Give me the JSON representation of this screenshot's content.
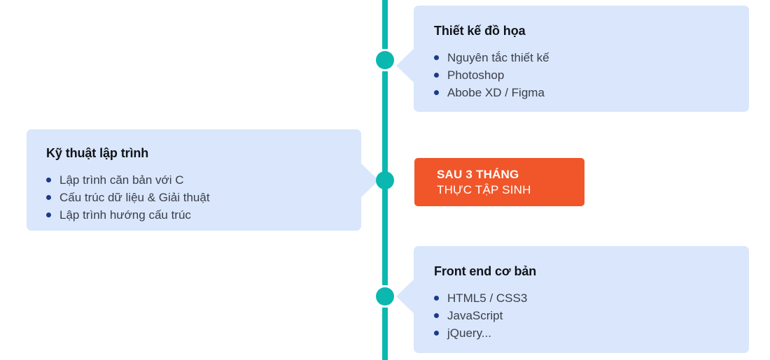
{
  "colors": {
    "spine": "#0bb8b0",
    "card_bg": "#d9e6fb",
    "badge_bg": "#f0562a",
    "bullet": "#1b3a8c",
    "title_text": "#11131a",
    "body_text": "#3a3f4a",
    "badge_text": "#ffffff",
    "page_bg": "#ffffff"
  },
  "timeline": {
    "nodes": [
      {
        "name": "node-graphic-design"
      },
      {
        "name": "node-programming"
      },
      {
        "name": "node-frontend"
      }
    ]
  },
  "cards": {
    "graphic_design": {
      "title": "Thiết kế đồ họa",
      "items": [
        "Nguyên tắc thiết kế",
        "Photoshop",
        "Abobe XD / Figma"
      ]
    },
    "programming": {
      "title": "Kỹ thuật lập trình",
      "items": [
        "Lập trình căn bản với C",
        "Cấu trúc dữ liệu & Giải thuật",
        "Lập trình hướng cấu trúc"
      ]
    },
    "frontend": {
      "title": "Front end cơ bản",
      "items": [
        "HTML5 / CSS3",
        "JavaScript",
        "jQuery..."
      ]
    }
  },
  "badge": {
    "line1": "SAU 3 THÁNG",
    "line2": "THỰC TẬP SINH"
  }
}
